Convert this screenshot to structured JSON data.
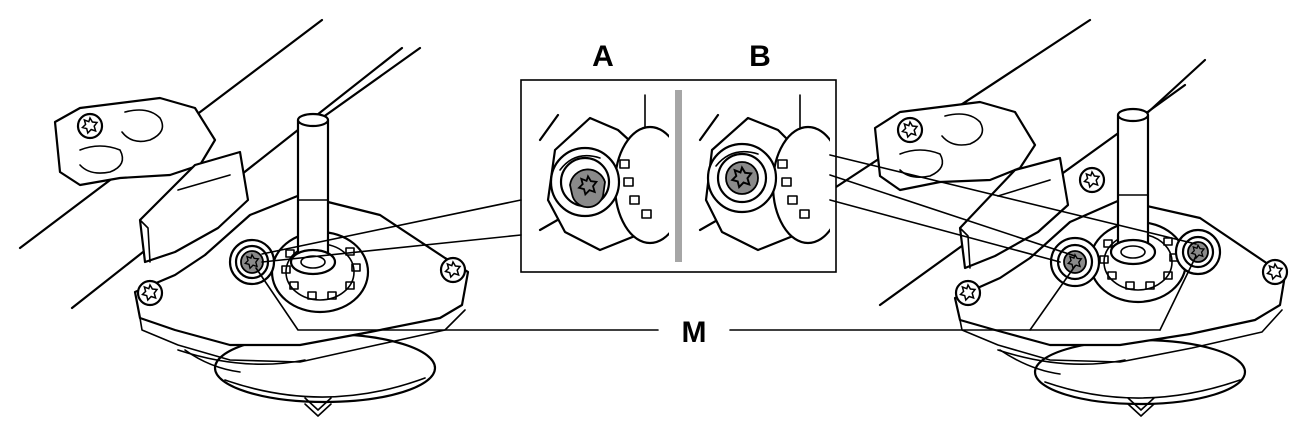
{
  "labels": {
    "inset_a": "A",
    "inset_b": "B",
    "callout_m": "M"
  },
  "colors": {
    "line": "#000000",
    "background": "#ffffff",
    "divider": "#a6a6a6",
    "screw_fill": "#8a8a8a"
  }
}
